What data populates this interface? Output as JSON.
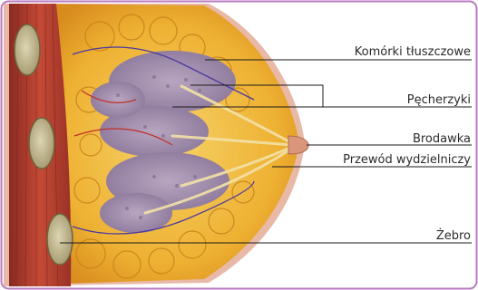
{
  "diagram": {
    "labels": {
      "fat_cells": "Komórki tłuszczowe",
      "lobules": "Pęcherzyki",
      "nipple": "Brodawka",
      "milk_duct": "Przewód wydzielniczy",
      "rib": "Żebro"
    },
    "colors": {
      "border": "#b87ac0",
      "skin": "#e9b9a8",
      "muscle": "#b03a2e",
      "fat": "#f0b52c",
      "gland": "#9b87a8",
      "rib": "#c8c09a",
      "leader_line": "#1a1a1a"
    }
  }
}
